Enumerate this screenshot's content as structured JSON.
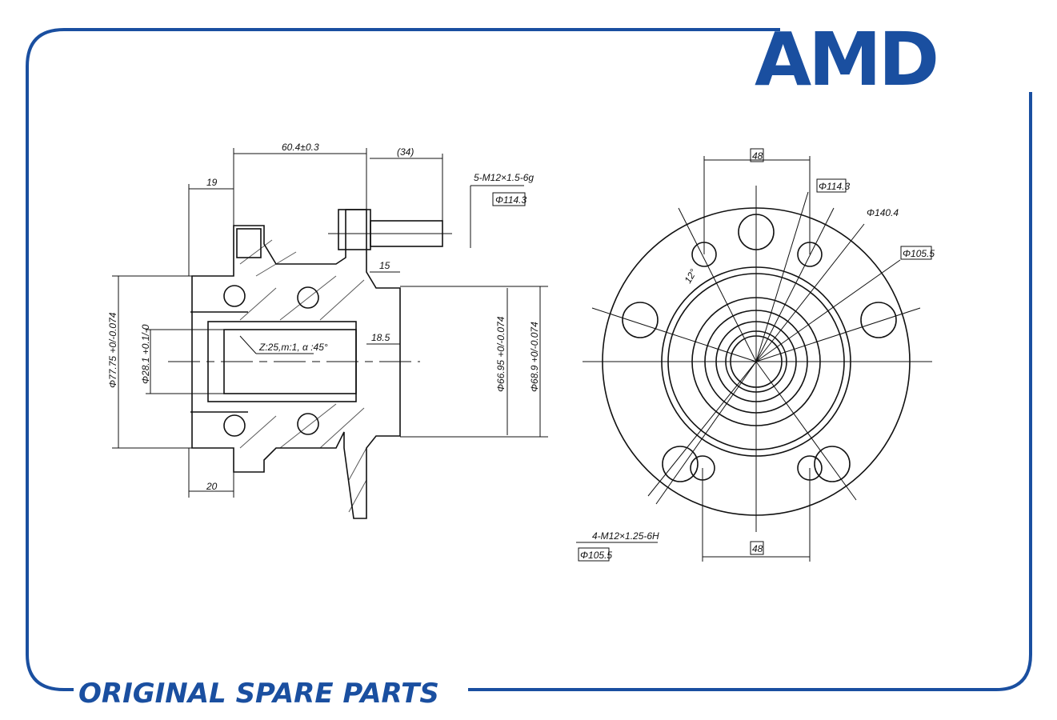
{
  "brand": {
    "logo_text": "AMD",
    "color": "#1a4fa0"
  },
  "footer": {
    "tagline": "ORIGINAL SPARE PARTS"
  },
  "side_view": {
    "dims": {
      "flange_width": "60.4±0.3",
      "stud_length": "(34)",
      "seal_offset": "19",
      "stud_thread": "5-M12×1.5-6g",
      "stud_pcd": "Φ114.3",
      "pilot_length": "15",
      "spline_spec": "Z:25,m:1, α :45°",
      "pilot_depth": "18.5",
      "bore_diameter": "Φ28.1 +0.1/-0",
      "outer_diameter": "Φ77.75 +0/-0.074",
      "pilot_diameter_1": "Φ66.95 +0/-0.074",
      "pilot_diameter_2": "Φ68.9 +0/-0.074",
      "base_width": "20"
    }
  },
  "front_view": {
    "dims": {
      "top_span": "48",
      "bottom_span": "48",
      "pcd_stud": "Φ114.3",
      "flange_diameter": "Φ140.4",
      "pcd_mount": "Φ105.5",
      "angle": "12°",
      "mount_thread": "4-M12×1.25-6H",
      "pcd_mount_bottom": "Φ105.5"
    }
  }
}
